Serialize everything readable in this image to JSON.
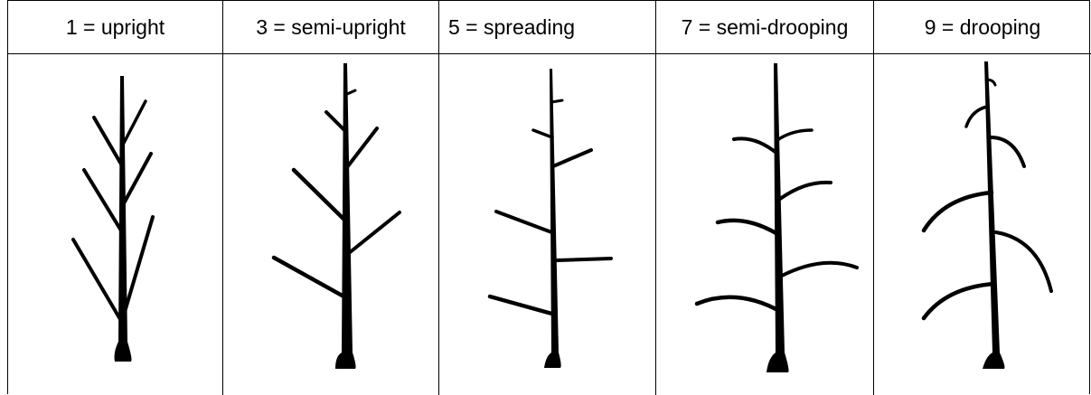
{
  "columns": [
    {
      "label": "1 = upright"
    },
    {
      "label": "3 = semi-upright"
    },
    {
      "label": "5 = spreading"
    },
    {
      "label": "7 = semi-drooping"
    },
    {
      "label": "9 = drooping"
    }
  ]
}
